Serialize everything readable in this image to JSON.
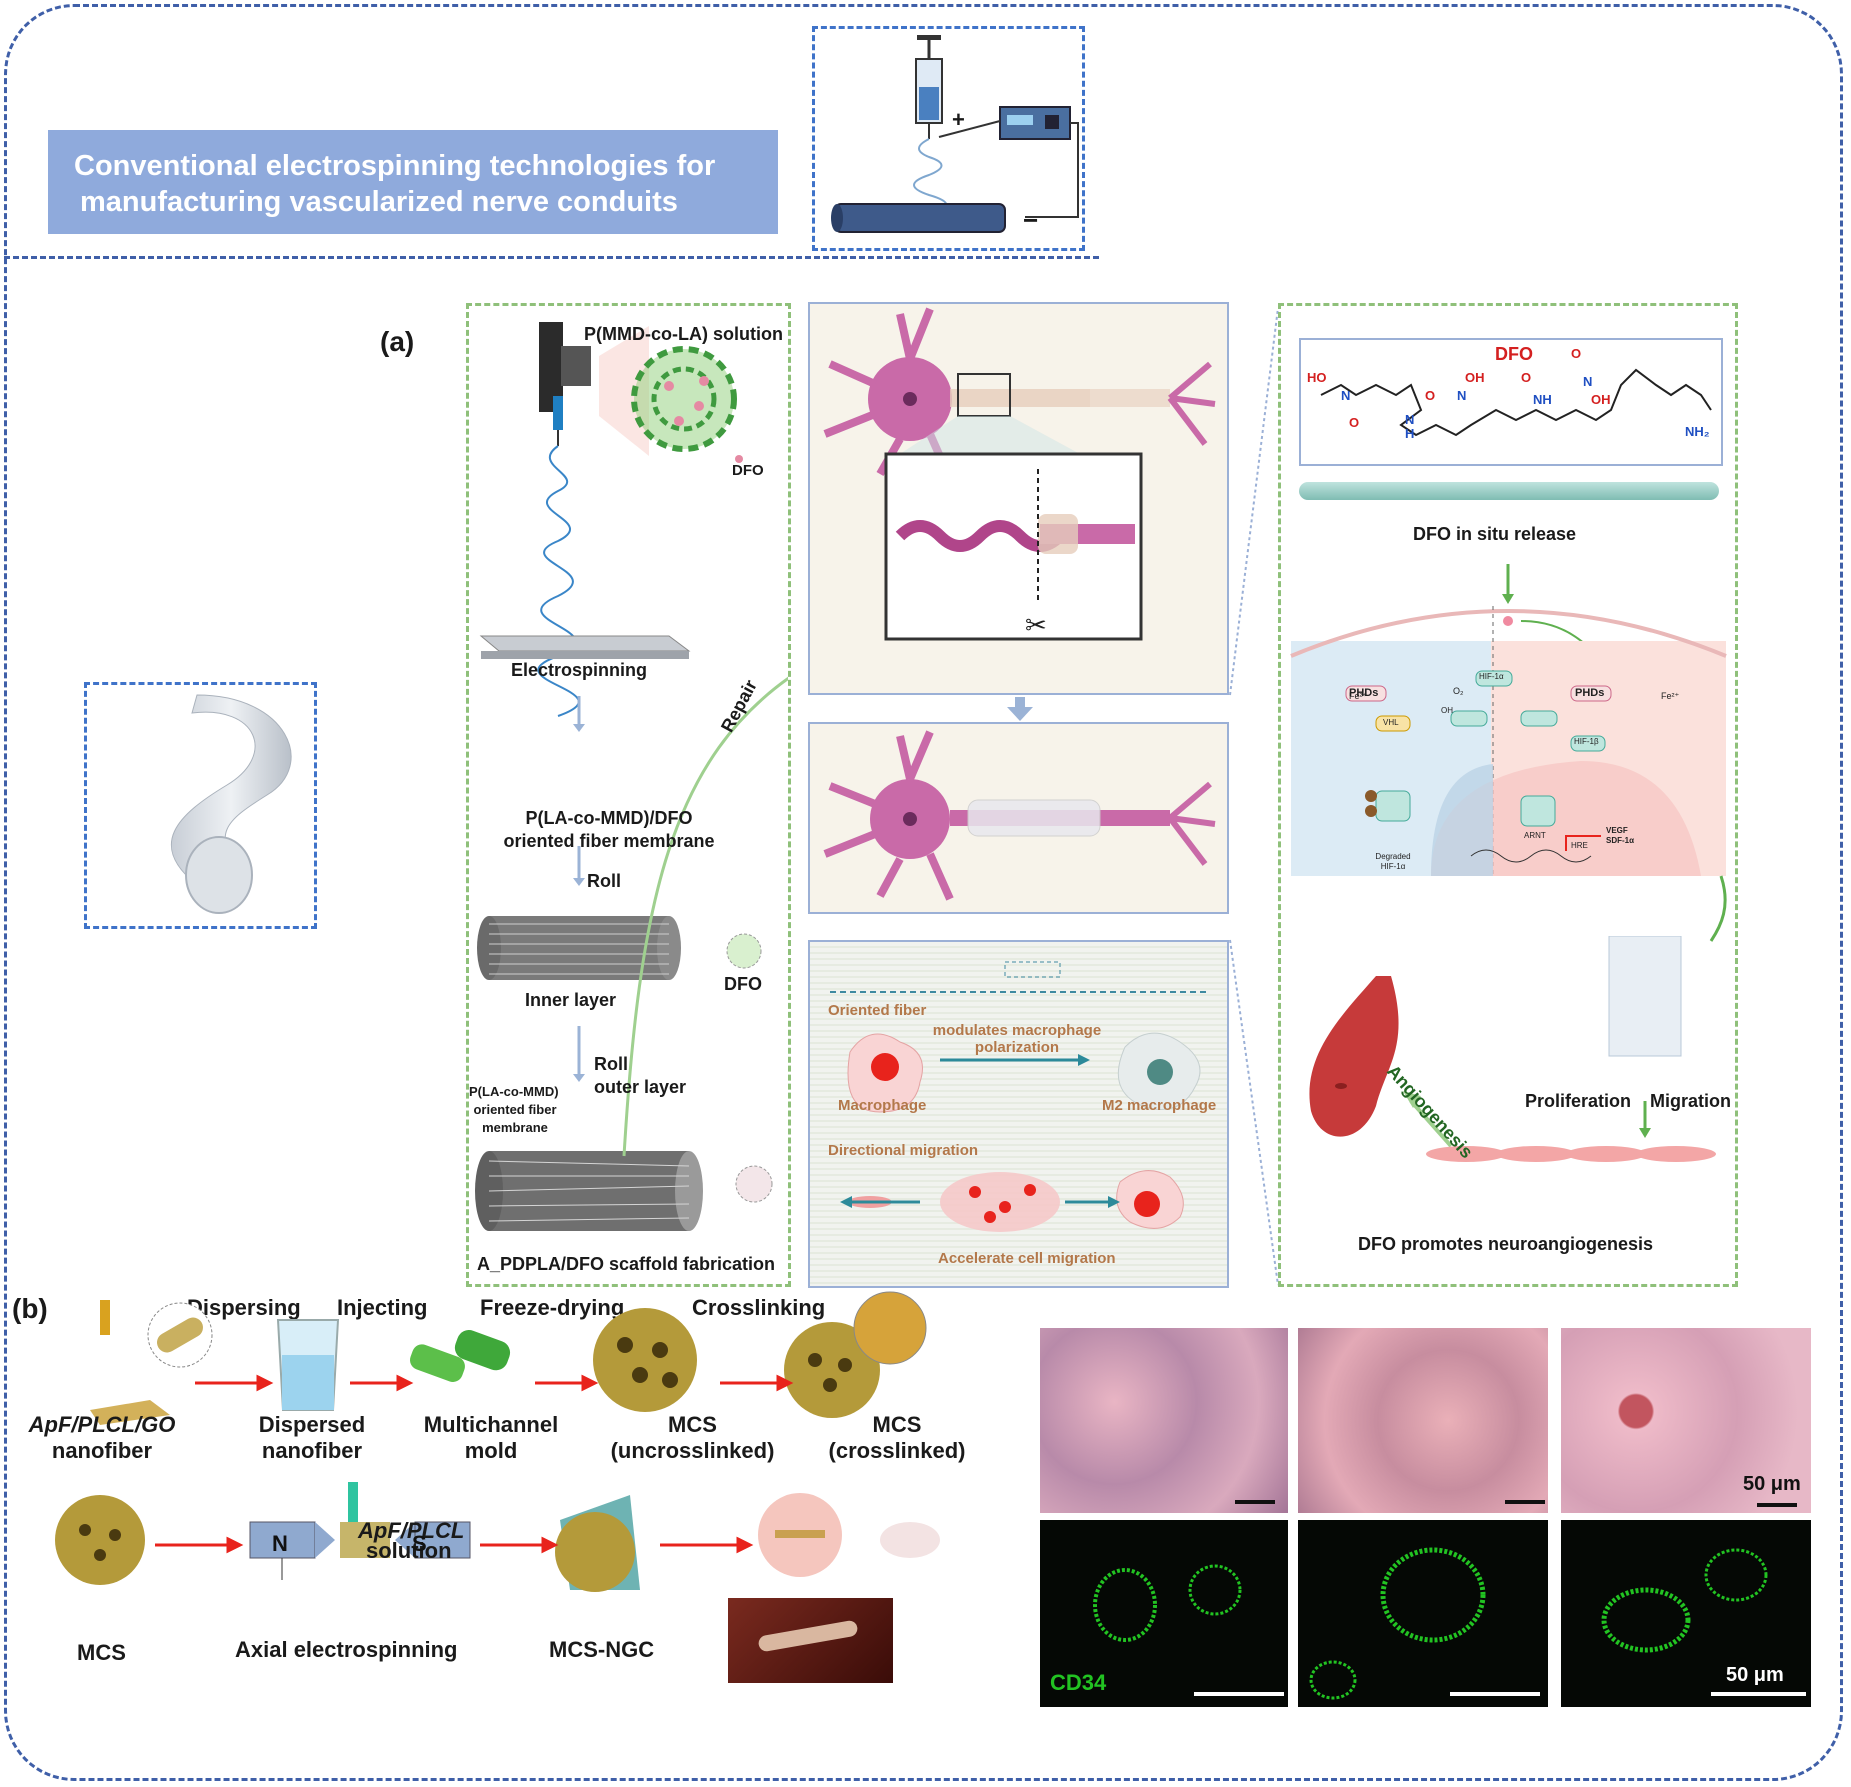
{
  "header": {
    "title_line1": "Conventional electrospinning technologies for",
    "title_line2": "manufacturing vascularized nerve conduits",
    "plus_sign": "+",
    "minus_sign": "−"
  },
  "panel_a": {
    "label": "(a)",
    "solution_label": "P(MMD-co-LA) solution",
    "dfo_label_1": "DFO",
    "electrospinning": "Electrospinning",
    "membrane_line1": "P(LA-co-MMD)/DFO",
    "membrane_line2": "oriented fiber membrane",
    "roll": "Roll",
    "dfo_label_2": "DFO",
    "inner_layer": "Inner layer",
    "roll2_line1": "Roll",
    "roll2_line2": "outer layer",
    "outer_mem_line1": "P(LA-co-MMD)",
    "outer_mem_line2": "oriented fiber",
    "outer_mem_line3": "membrane",
    "scaffold": "A_PDPLA/DFO scaffold fabrication",
    "repair": "Repair",
    "oriented_fiber": "Oriented fiber",
    "modulates_line1": "modulates macrophage",
    "modulates_line2": "polarization",
    "macrophage": "Macrophage",
    "m2_macrophage": "M2 macrophage",
    "directional_migration": "Directional migration",
    "accelerate": "Accelerate cell migration",
    "dfo_title": "DFO",
    "dfo_release": "DFO in situ release",
    "phds_left": "PHDs",
    "phds_right": "PHDs",
    "fe_left": "Fe²⁺",
    "fe_right": "Fe²⁺",
    "hif1a": "HIF-1α",
    "hif1b": "HIF-1β",
    "vhl": "VHL",
    "arnt": "ARNT",
    "hre": "HRE",
    "vegf": "VEGF",
    "sdf": "SDF-1α",
    "degraded_line1": "Degraded",
    "degraded_line2": "HIF-1α",
    "o2": "O₂",
    "oh": "OH",
    "angiogenesis": "Angiogenesis",
    "proliferation": "Proliferation",
    "migration": "Migration",
    "dfo_promotes": "DFO promotes neuroangiogenesis",
    "chem_labels": {
      "ho": "HO",
      "n1": "N",
      "o1": "O",
      "nh1": "N",
      "h1": "H",
      "o2": "O",
      "n2": "N",
      "oh1": "OH",
      "nh2": "NH",
      "o3": "O",
      "o4": "O",
      "n3": "N",
      "oh2": "OH",
      "nh2_end": "NH₂"
    }
  },
  "panel_b": {
    "label": "(b)",
    "dispersing": "Dispersing",
    "injecting": "Injecting",
    "freeze_drying": "Freeze-drying",
    "crosslinking": "Crosslinking",
    "nanofiber_line1": "ApF/PLCL/GO",
    "nanofiber_line2": "nanofiber",
    "dispersed_line1": "Dispersed",
    "dispersed_line2": "nanofiber",
    "mold_line1": "Multichannel",
    "mold_line2": "mold",
    "mcs_unc_line1": "MCS",
    "mcs_unc_line2": "(uncrosslinked)",
    "mcs_cr_line1": "MCS",
    "mcs_cr_line2": "(crosslinked)",
    "solution_line1": "ApF/PLCL",
    "solution_line2": "solution",
    "mcs": "MCS",
    "axial": "Axial electrospinning",
    "mcs_ngc": "MCS-NGC",
    "magnet_n": "N",
    "magnet_s": "S",
    "scale_he": "50 μm",
    "cd34": "CD34",
    "scale_cd34": "50 μm"
  },
  "colors": {
    "frame_blue": "#3f5fa8",
    "banner_blue": "#8faadc",
    "green_dash": "#8fc07a",
    "arrow_red": "#e8231c",
    "neuron_pink": "#c96aa8",
    "cd34_green": "#22c322"
  }
}
